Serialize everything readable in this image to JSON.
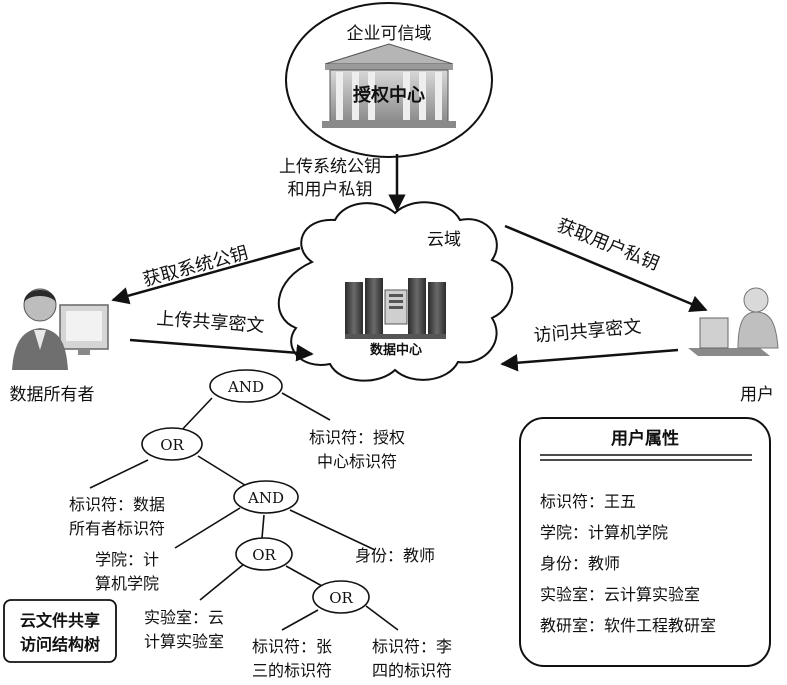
{
  "enterprise_domain": {
    "title": "企业可信域",
    "authority_label": "授权中心"
  },
  "cloud": {
    "title": "云域",
    "datacenter_label": "数据中心"
  },
  "arrows": {
    "upload_keys_line1": "上传系统公钥",
    "upload_keys_line2": "和用户私钥",
    "get_system_key": "获取系统公钥",
    "upload_ciphertext": "上传共享密文",
    "get_user_key": "获取用户私钥",
    "access_ciphertext": "访问共享密文"
  },
  "owner": {
    "label": "数据所有者"
  },
  "user": {
    "label": "用户"
  },
  "tree": {
    "caption_line1": "云文件共享",
    "caption_line2": "访问结构树",
    "nodes": {
      "root": "AND",
      "or1": "OR",
      "and2": "AND",
      "or2": "OR",
      "or3": "OR"
    },
    "leaves": {
      "auth_line1": "标识符：授权",
      "auth_line2": "中心标识符",
      "owner_line1": "标识符：数据",
      "owner_line2": "所有者标识符",
      "college_line1": "学院：计",
      "college_line2": "算机学院",
      "identity": "身份：教师",
      "lab_line1": "实验室：云",
      "lab_line2": "计算实验室",
      "zhang_line1": "标识符：张",
      "zhang_line2": "三的标识符",
      "li_line1": "标识符：李",
      "li_line2": "四的标识符"
    }
  },
  "user_attributes": {
    "title": "用户属性",
    "items": [
      "标识符：王五",
      "学院：计算机学院",
      "身份：教师",
      "实验室：云计算实验室",
      "教研室：软件工程教研室"
    ]
  }
}
